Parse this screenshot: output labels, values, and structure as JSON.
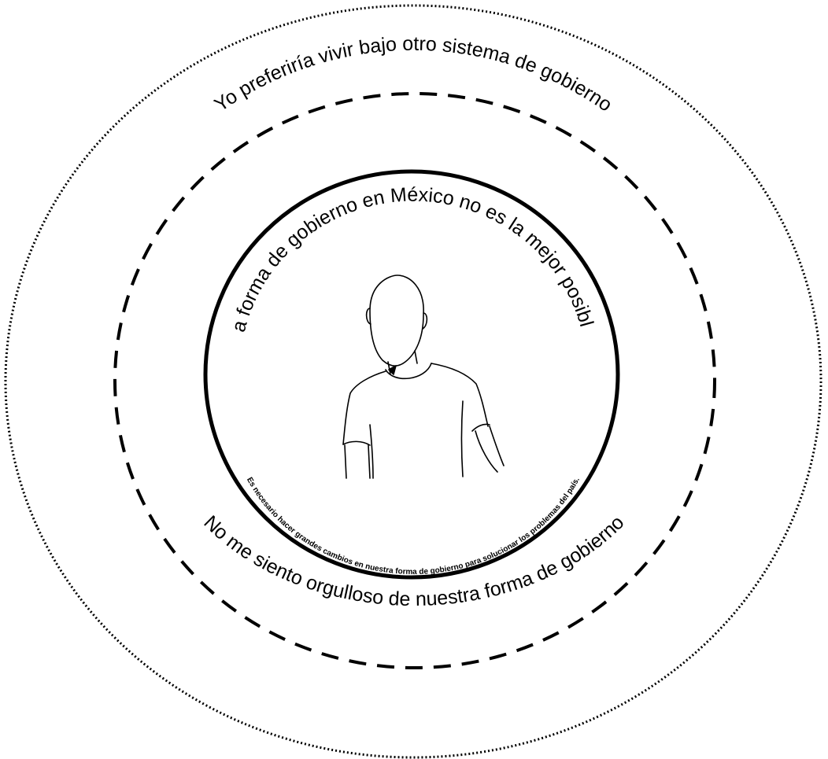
{
  "diagram": {
    "outer_label": "Yo preferiría vivir bajo otro sistema de gobierno",
    "middle_label": "No me siento orgulloso de nuestra forma de gobierno",
    "inner_top_label": "La  forma de gobierno en México no es la mejor posibl e",
    "inner_bottom_label": "Es necesario hacer grandes cambios en nuestra forma de gobierno para solucionar los problemas del país.",
    "center_figure": "person-sketch",
    "colors": {
      "stroke": "#000000",
      "background": "#ffffff"
    }
  }
}
